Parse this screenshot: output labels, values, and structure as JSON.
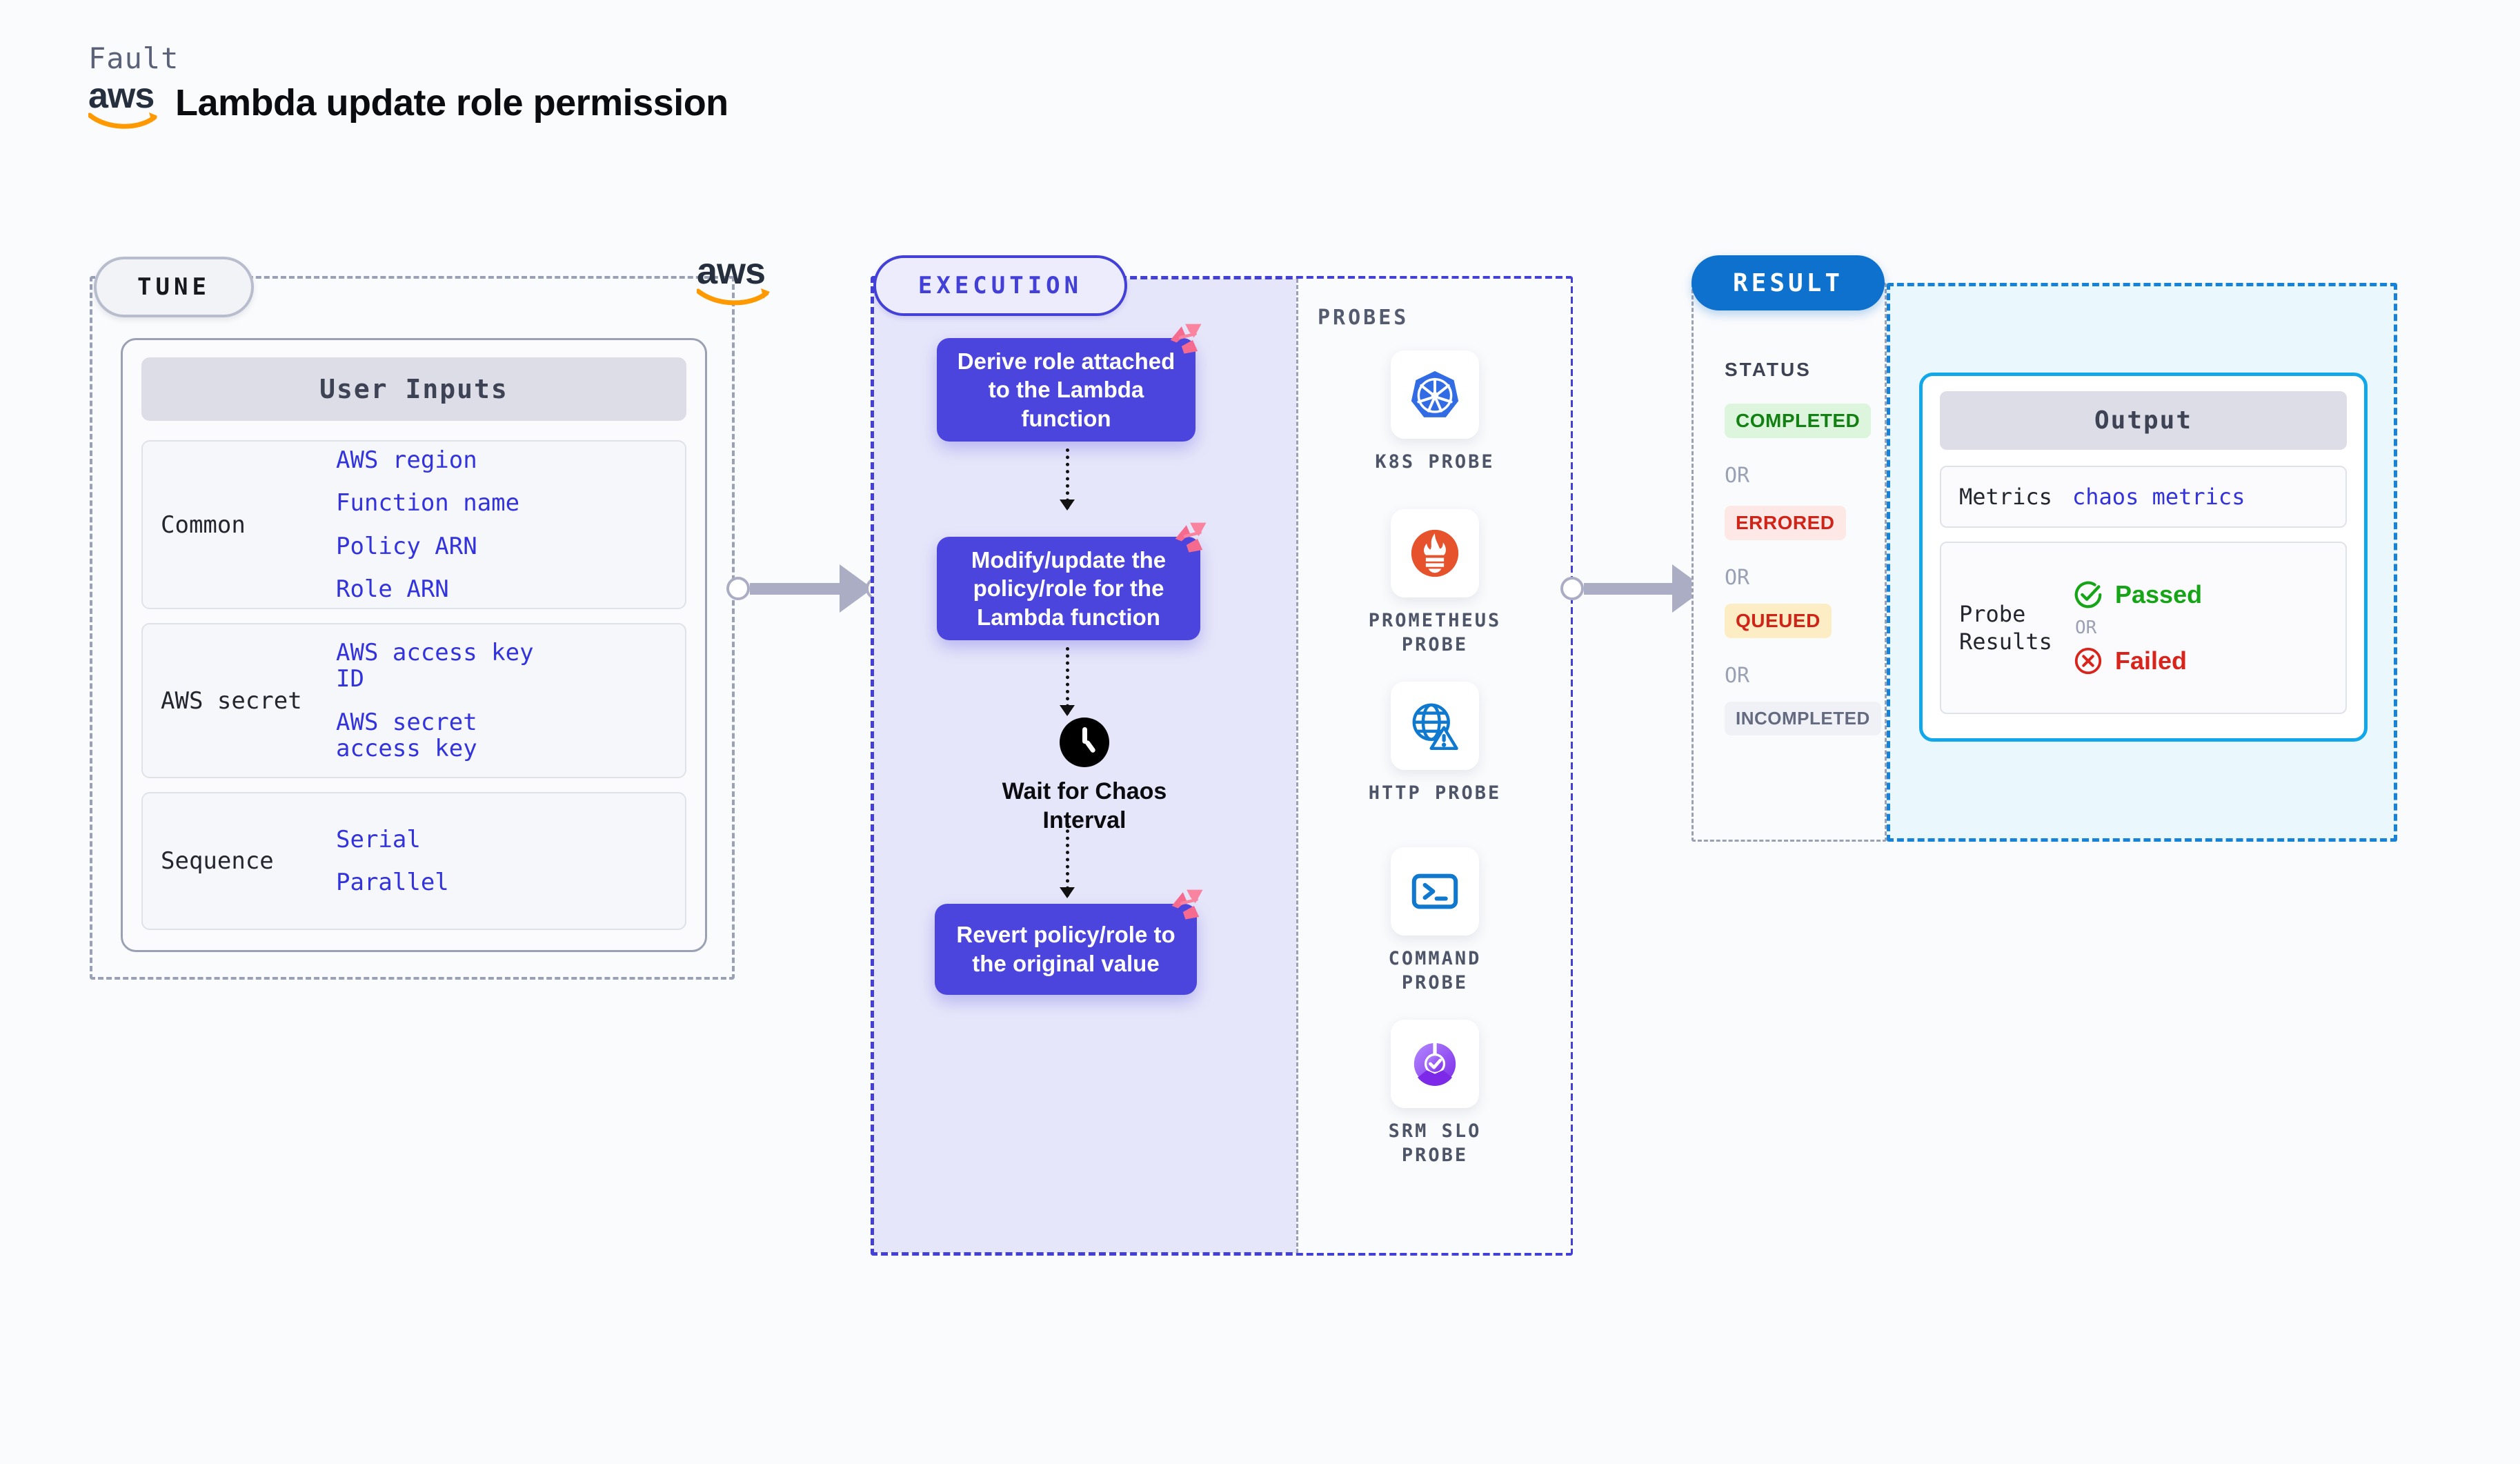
{
  "header": {
    "fault_label": "Fault",
    "title": "Lambda update role permission",
    "logo": "aws-logo"
  },
  "tune": {
    "pill_label": "TUNE",
    "logo": "aws-logo",
    "panel_title": "User Inputs",
    "groups": [
      {
        "label": "Common",
        "values": [
          "AWS region",
          "Function name",
          "Policy ARN",
          "Role ARN"
        ]
      },
      {
        "label": "AWS secret",
        "values": [
          "AWS access key ID",
          "AWS secret access key"
        ]
      },
      {
        "label": "Sequence",
        "values": [
          "Serial",
          "Parallel"
        ]
      }
    ]
  },
  "execution": {
    "pill_label": "EXECUTION",
    "nodes": [
      {
        "text": "Derive role attached to the Lambda function",
        "icon": "litmus-chaos-icon"
      },
      {
        "text": "Modify/update the policy/role for the Lambda function",
        "icon": "litmus-chaos-icon"
      },
      {
        "text": "Revert policy/role to the original value",
        "icon": "litmus-chaos-icon"
      }
    ],
    "wait": {
      "label": "Wait for Chaos Interval",
      "icon": "clock-icon"
    }
  },
  "probes": {
    "title": "PROBES",
    "items": [
      {
        "name": "K8S PROBE",
        "icon": "kubernetes-icon"
      },
      {
        "name": "PROMETHEUS PROBE",
        "icon": "prometheus-icon"
      },
      {
        "name": "HTTP PROBE",
        "icon": "globe-warning-icon"
      },
      {
        "name": "COMMAND PROBE",
        "icon": "terminal-icon"
      },
      {
        "name": "SRM SLO PROBE",
        "icon": "srm-slo-icon"
      }
    ]
  },
  "result": {
    "pill_label": "RESULT",
    "status_label": "STATUS",
    "or_label": "OR",
    "statuses": [
      {
        "label": "COMPLETED",
        "bg": "#ddf5dd",
        "fg": "#128012"
      },
      {
        "label": "ERRORED",
        "bg": "#fde8e6",
        "fg": "#cf2417"
      },
      {
        "label": "QUEUED",
        "bg": "#fcedc4",
        "fg": "#cf2417"
      },
      {
        "label": "INCOMPLETED",
        "bg": "#f0f1f6",
        "fg": "#646b80"
      }
    ],
    "output": {
      "title": "Output",
      "metrics_label": "Metrics",
      "metrics_value": "chaos metrics",
      "probe_results_label": "Probe Results",
      "passed_label": "Passed",
      "failed_label": "Failed",
      "or_label": "OR",
      "passed_icon": "check-circle-icon",
      "failed_icon": "x-circle-icon"
    }
  },
  "colors": {
    "execution_accent": "#4240d6",
    "result_accent": "#0d71cd",
    "tune_accent": "#9aa1b4",
    "node_fill": "#4b45dd",
    "value_text": "#3333dd",
    "pass_green": "#16a516",
    "fail_red": "#d9241c",
    "aws_orange": "#ff9900"
  }
}
